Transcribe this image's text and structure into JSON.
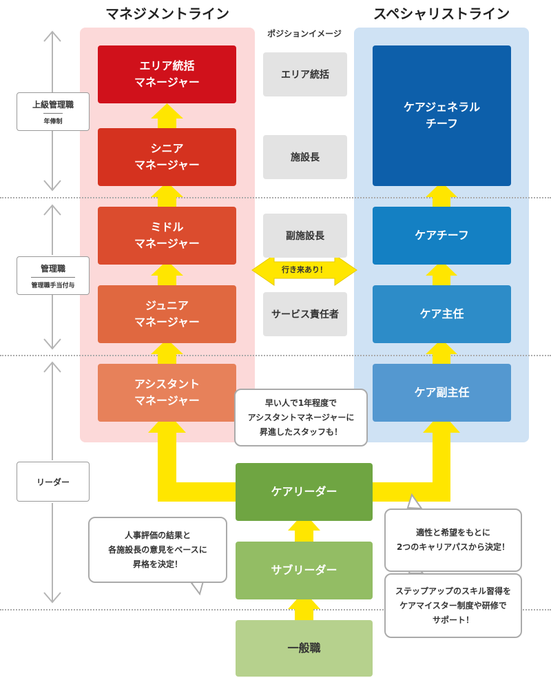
{
  "headers": {
    "management": "マネジメントライン",
    "specialist": "スペシャリストライン",
    "position": "ポジションイメージ"
  },
  "grades": {
    "senior": {
      "title": "上級管理職",
      "sub": "年俸制"
    },
    "manager": {
      "title": "管理職",
      "sub": "管理職手当付与"
    },
    "leader": {
      "title": "リーダー"
    }
  },
  "management_line": [
    "エリア統括\nマネージャー",
    "シニア\nマネージャー",
    "ミドル\nマネージャー",
    "ジュニア\nマネージャー",
    "アシスタント\nマネージャー"
  ],
  "positions": [
    "エリア統括",
    "施設長",
    "副施設長",
    "サービス責任者"
  ],
  "specialist_line": [
    "ケアジェネラル\nチーフ",
    "ケアチーフ",
    "ケア主任",
    "ケア副主任"
  ],
  "exchange_label": "行き来あり！",
  "common_track": [
    "ケアリーダー",
    "サブリーダー",
    "一般職"
  ],
  "bubbles": {
    "fast_promotion": "早い人で1年程度で\nアシスタントマネージャーに\n昇進したスタッフも！",
    "evaluation": "人事評価の結果と\n各施設長の意見をベースに\n昇格を決定！",
    "aptitude": "適性と希望をもとに\n2つのキャリアパスから決定！",
    "support": "ステップアップのスキル習得を\nケアマイスター制度や研修で\nサポート！"
  },
  "colors": {
    "management": [
      "#d0111b",
      "#d5321f",
      "#db4c2e",
      "#e06840",
      "#e7815a"
    ],
    "specialist": [
      "#0d5faa",
      "#1480c3",
      "#2d8cc8",
      "#5498d0"
    ],
    "common": [
      "#6fa542",
      "#93bd64",
      "#b6d18d"
    ],
    "arrow": "#ffe600",
    "management_panel": "#fcd9d9",
    "specialist_panel": "#cfe2f4"
  }
}
